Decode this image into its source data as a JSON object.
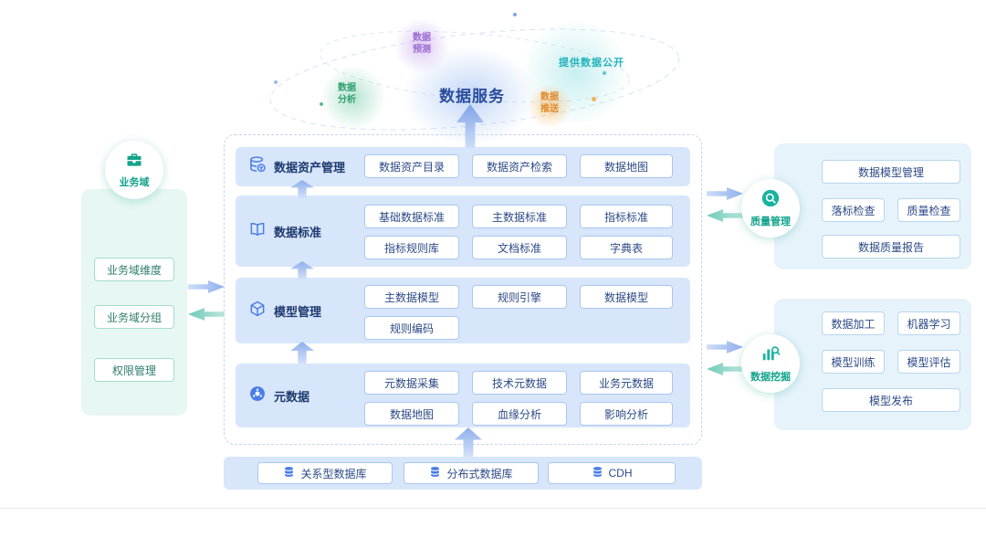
{
  "cloud": {
    "title": "数据服务",
    "bubble_analysis": "数据分析",
    "bubble_predict": "数据预测",
    "bubble_open": "提供数据公开",
    "bubble_push": "数据推送"
  },
  "left_panel": {
    "title": "业务域",
    "items": [
      "业务域维度",
      "业务域分组",
      "权限管理"
    ]
  },
  "layers": [
    {
      "title": "数据资产管理",
      "items": [
        "数据资产目录",
        "数据资产检索",
        "数据地图"
      ]
    },
    {
      "title": "数据标准",
      "items": [
        "基础数据标准",
        "主数据标准",
        "指标标准",
        "指标规则库",
        "文档标准",
        "字典表"
      ]
    },
    {
      "title": "模型管理",
      "items": [
        "主数据模型",
        "规则引擎",
        "数据模型",
        "规则编码"
      ]
    },
    {
      "title": "元数据",
      "items": [
        "元数据采集",
        "技术元数据",
        "业务元数据",
        "数据地图",
        "血缘分析",
        "影响分析"
      ]
    }
  ],
  "sources": [
    "关系型数据库",
    "分布式数据库",
    "CDH"
  ],
  "right_top": {
    "title": "质量管理",
    "items": [
      "数据模型管理",
      "落标检查",
      "质量检查",
      "数据质量报告"
    ]
  },
  "right_bottom": {
    "title": "数据挖掘",
    "items": [
      "数据加工",
      "机器学习",
      "模型训练",
      "模型评估",
      "模型发布"
    ]
  },
  "colors": {
    "accent_blue": "#4a7de8",
    "accent_teal": "#17b3a0",
    "panel_blue": "#d8e6fb",
    "panel_teal": "#e7f7f3",
    "panel_lightblue": "#e7f3fb"
  }
}
